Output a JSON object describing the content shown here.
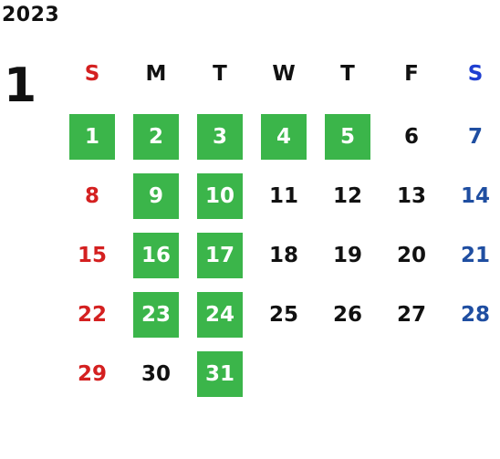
{
  "calendar": {
    "year": "2023",
    "month": "1",
    "weekdays": [
      {
        "label": "S",
        "color": "#d42020"
      },
      {
        "label": "M",
        "color": "#111111"
      },
      {
        "label": "T",
        "color": "#111111"
      },
      {
        "label": "W",
        "color": "#111111"
      },
      {
        "label": "T",
        "color": "#111111"
      },
      {
        "label": "F",
        "color": "#111111"
      },
      {
        "label": "S",
        "color": "#1f3fd1"
      }
    ],
    "colors": {
      "sunday": "#d42020",
      "saturday": "#1f4ea1",
      "weekday": "#111111",
      "highlight_bg": "#3bb54a",
      "highlight_text": "#ffffff"
    },
    "weeks": [
      [
        {
          "day": "1",
          "highlight": true
        },
        {
          "day": "2",
          "highlight": true
        },
        {
          "day": "3",
          "highlight": true
        },
        {
          "day": "4",
          "highlight": true
        },
        {
          "day": "5",
          "highlight": true
        },
        {
          "day": "6",
          "highlight": false
        },
        {
          "day": "7",
          "highlight": false
        }
      ],
      [
        {
          "day": "8",
          "highlight": false
        },
        {
          "day": "9",
          "highlight": true
        },
        {
          "day": "10",
          "highlight": true
        },
        {
          "day": "11",
          "highlight": false
        },
        {
          "day": "12",
          "highlight": false
        },
        {
          "day": "13",
          "highlight": false
        },
        {
          "day": "14",
          "highlight": false
        }
      ],
      [
        {
          "day": "15",
          "highlight": false
        },
        {
          "day": "16",
          "highlight": true
        },
        {
          "day": "17",
          "highlight": true
        },
        {
          "day": "18",
          "highlight": false
        },
        {
          "day": "19",
          "highlight": false
        },
        {
          "day": "20",
          "highlight": false
        },
        {
          "day": "21",
          "highlight": false
        }
      ],
      [
        {
          "day": "22",
          "highlight": false
        },
        {
          "day": "23",
          "highlight": true
        },
        {
          "day": "24",
          "highlight": true
        },
        {
          "day": "25",
          "highlight": false
        },
        {
          "day": "26",
          "highlight": false
        },
        {
          "day": "27",
          "highlight": false
        },
        {
          "day": "28",
          "highlight": false
        }
      ],
      [
        {
          "day": "29",
          "highlight": false
        },
        {
          "day": "30",
          "highlight": false
        },
        {
          "day": "31",
          "highlight": true
        },
        {
          "day": "",
          "highlight": false
        },
        {
          "day": "",
          "highlight": false
        },
        {
          "day": "",
          "highlight": false
        },
        {
          "day": "",
          "highlight": false
        }
      ]
    ]
  }
}
